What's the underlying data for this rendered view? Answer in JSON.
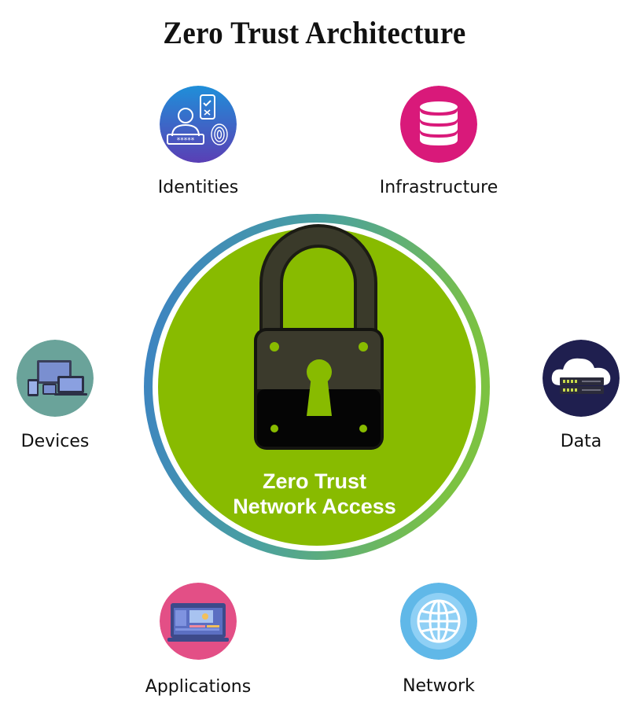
{
  "title": "Zero Trust Architecture",
  "center": {
    "line1": "Zero Trust",
    "line2": "Network Access",
    "colors": {
      "fill": "#88bb00",
      "ring_start": "#3a7fc7",
      "ring_end": "#7cc242",
      "lock": "#2b2b22"
    }
  },
  "nodes": [
    {
      "id": "identities",
      "label": "Identities",
      "icon": "identity-verification-icon",
      "color": "#3a6cc9"
    },
    {
      "id": "infrastructure",
      "label": "Infrastructure",
      "icon": "database-stack-icon",
      "color": "#d9197a"
    },
    {
      "id": "devices",
      "label": "Devices",
      "icon": "devices-icon",
      "color": "#6aa39a"
    },
    {
      "id": "data",
      "label": "Data",
      "icon": "cloud-server-icon",
      "color": "#1f1f4f"
    },
    {
      "id": "applications",
      "label": "Applications",
      "icon": "application-window-icon",
      "color": "#e34f86"
    },
    {
      "id": "network",
      "label": "Network",
      "icon": "globe-icon",
      "color": "#60b8e8"
    }
  ]
}
